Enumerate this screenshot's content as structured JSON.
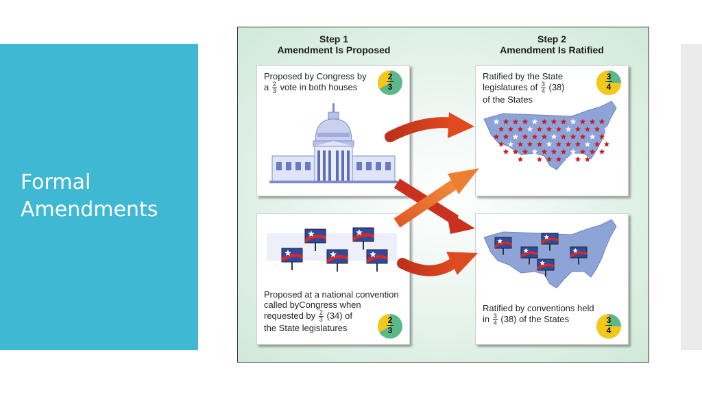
{
  "slide": {
    "title_line1": "Formal",
    "title_line2": "Amendments"
  },
  "steps": [
    {
      "label": "Step 1",
      "heading": "Amendment Is Proposed"
    },
    {
      "label": "Step 2",
      "heading": "Amendment Is Ratified"
    }
  ],
  "cards": {
    "congress": {
      "line1": "Proposed by Congress by",
      "pre": "a",
      "num": "2",
      "den": "3",
      "post": "vote in both houses",
      "pie_num": "2",
      "pie_den": "3"
    },
    "legislatures": {
      "line1": "Ratified by the State",
      "pre": "legislatures of",
      "num": "3",
      "den": "4",
      "post": "(38)",
      "line3": "of the States",
      "pie_num": "3",
      "pie_den": "4"
    },
    "convention": {
      "line1": "Proposed at a national convention",
      "line2": "called byCongress when",
      "pre": "requested by",
      "num": "2",
      "den": "3",
      "post": "(34) of",
      "line4": "the State legislatures",
      "pie_num": "2",
      "pie_den": "3"
    },
    "conventions_ratify": {
      "line1": "Ratified by conventions held",
      "pre": "in",
      "num": "3",
      "den": "4",
      "post": "(38) of the States",
      "pie_num": "3",
      "pie_den": "4"
    }
  },
  "colors": {
    "panel": "#3fb8d4",
    "pie_yellow": "#f2c81b",
    "pie_green": "#5cb888",
    "arrow": "#d83a1f",
    "map": "#8ea3d6",
    "star_red": "#c0202a"
  }
}
